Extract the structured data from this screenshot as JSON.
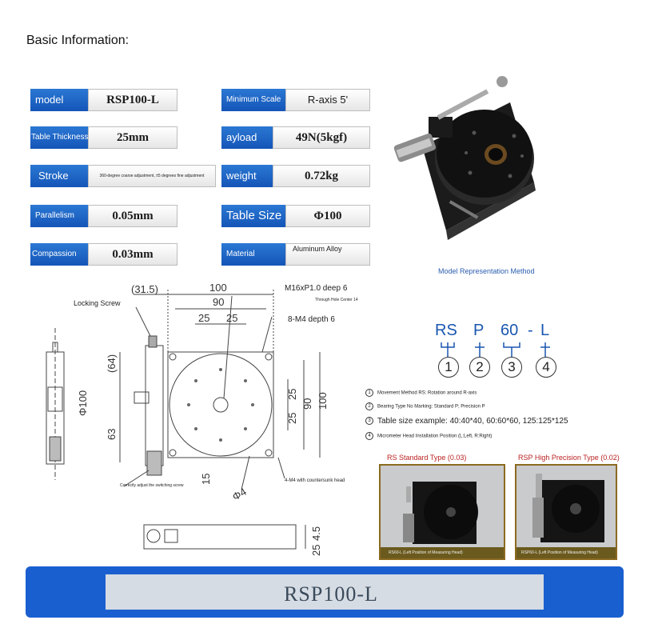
{
  "page": {
    "title": "Basic Information:"
  },
  "specs": [
    {
      "label": "model",
      "value": "RSP100-L"
    },
    {
      "label": "Minimum Scale",
      "value": "R-axis 5'"
    },
    {
      "label": "Table Thickness",
      "value": "25mm"
    },
    {
      "label": "ayload",
      "value": "49N(5kgf)"
    },
    {
      "label": "Stroke",
      "value": "360-degree coarse adjustment, ±5 degrees fine adjustment"
    },
    {
      "label": "weight",
      "value": "0.72kg"
    },
    {
      "label": "Parallelism",
      "value": "0.05mm"
    },
    {
      "label": "Table Size",
      "value": "Φ100"
    },
    {
      "label": "Compassion",
      "value": "0.03mm"
    },
    {
      "label": "Material",
      "value": "Aluminum Alloy"
    }
  ],
  "model_representation": {
    "caption": "Model Representation Method",
    "codes": [
      "RS",
      "P",
      "60",
      "-",
      "L"
    ],
    "numbers": [
      "1",
      "2",
      "3",
      "4"
    ],
    "legend": [
      {
        "num": "1",
        "text": "Movement Method RS: Rotation around R-axis"
      },
      {
        "num": "2",
        "text": "Bearing Type No Marking: Standard P; Precision P"
      },
      {
        "num": "3",
        "text": "Table size example: 40:40*40, 60:60*60, 125:125*125"
      },
      {
        "num": "4",
        "text": "Micrometer Head Installation Position (L:Left, R:Right)"
      }
    ]
  },
  "drawing": {
    "dims": [
      "(31.5)",
      "100",
      "90",
      "25",
      "25",
      "(64)",
      "63",
      "Φ100",
      "25",
      "25",
      "90",
      "100",
      "15",
      "Φ4",
      "4.5",
      "25"
    ],
    "notes": {
      "locking_screw": "Locking Screw",
      "m16": "M16xP1.0 deep 6",
      "through_hole": "Through Hole Center 14",
      "m4_depth": "8-M4 depth 6",
      "m4_countersunk": "4-M4 with countersunk head",
      "switching": "Correctly adjust the switching screw"
    }
  },
  "types": [
    {
      "title": "RS Standard Type (0.03)",
      "caption": "RS60-L (Left Position of Measuring Head)"
    },
    {
      "title": "RSP High Precision Type (0.02)",
      "caption": "RSP60-L (Left Position of Measuring Head)"
    }
  ],
  "banner": {
    "text": "RSP100-L"
  }
}
